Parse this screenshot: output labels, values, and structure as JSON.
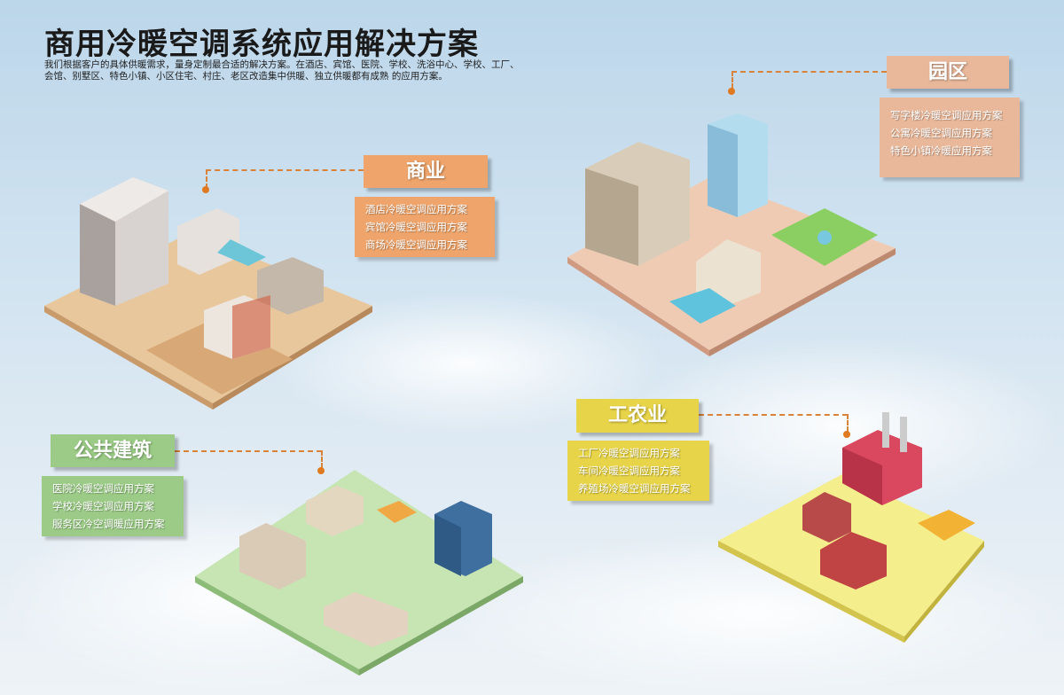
{
  "header": {
    "title": "商用冷暖空调系统应用解决方案",
    "subtitle": "我们根据客户的具体供暖需求，量身定制最合适的解决方案。在酒店、宾馆、医院、学校、洗浴中心、学校、工厂、会馆、别墅区、特色小镇、小区住宅、村庄、老区改造集中供暖、独立供暖都有成熟 的应用方案。"
  },
  "sections": {
    "commercial": {
      "label": "商业",
      "color": "#eea46a",
      "items": [
        "酒店冷暖空调应用方案",
        "宾馆冷暖空调应用方案",
        "商场冷暖空调应用方案"
      ]
    },
    "park": {
      "label": "园区",
      "color": "#e9b89a",
      "items": [
        "写字楼冷暖空调应用方案",
        "公寓冷暖空调应用方案",
        "特色小镇冷暖应用方案"
      ]
    },
    "public": {
      "label": "公共建筑",
      "color": "#9bcb86",
      "items": [
        "医院冷暖空调应用方案",
        "学校冷暖空调应用方案",
        "服务区冷空调暖应用方案"
      ]
    },
    "industry": {
      "label": "工农业",
      "color": "#e8d448",
      "items": [
        "工厂冷暖空调应用方案",
        "车间冷暖空调应用方案",
        "养殖场冷暖空调应用方案"
      ]
    }
  }
}
